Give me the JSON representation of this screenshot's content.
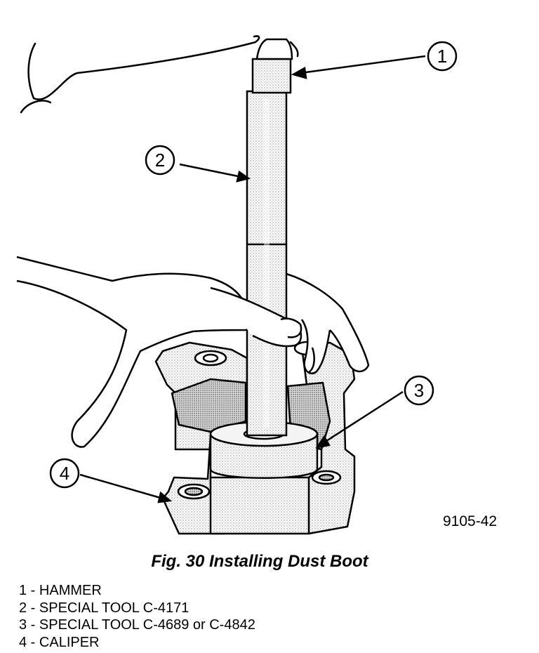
{
  "figure": {
    "number_text": "9105-42",
    "caption": "Fig. 30 Installing Dust Boot"
  },
  "callouts": [
    "1",
    "2",
    "3",
    "4"
  ],
  "legend": [
    {
      "num": "1",
      "sep": " - ",
      "text": "HAMMER"
    },
    {
      "num": "2",
      "sep": " - ",
      "text": "SPECIAL TOOL C-4171"
    },
    {
      "num": "3",
      "sep": " - ",
      "text": "SPECIAL TOOL C-4689 or C-4842"
    },
    {
      "num": "4",
      "sep": " - ",
      "text": "CALIPER"
    }
  ]
}
